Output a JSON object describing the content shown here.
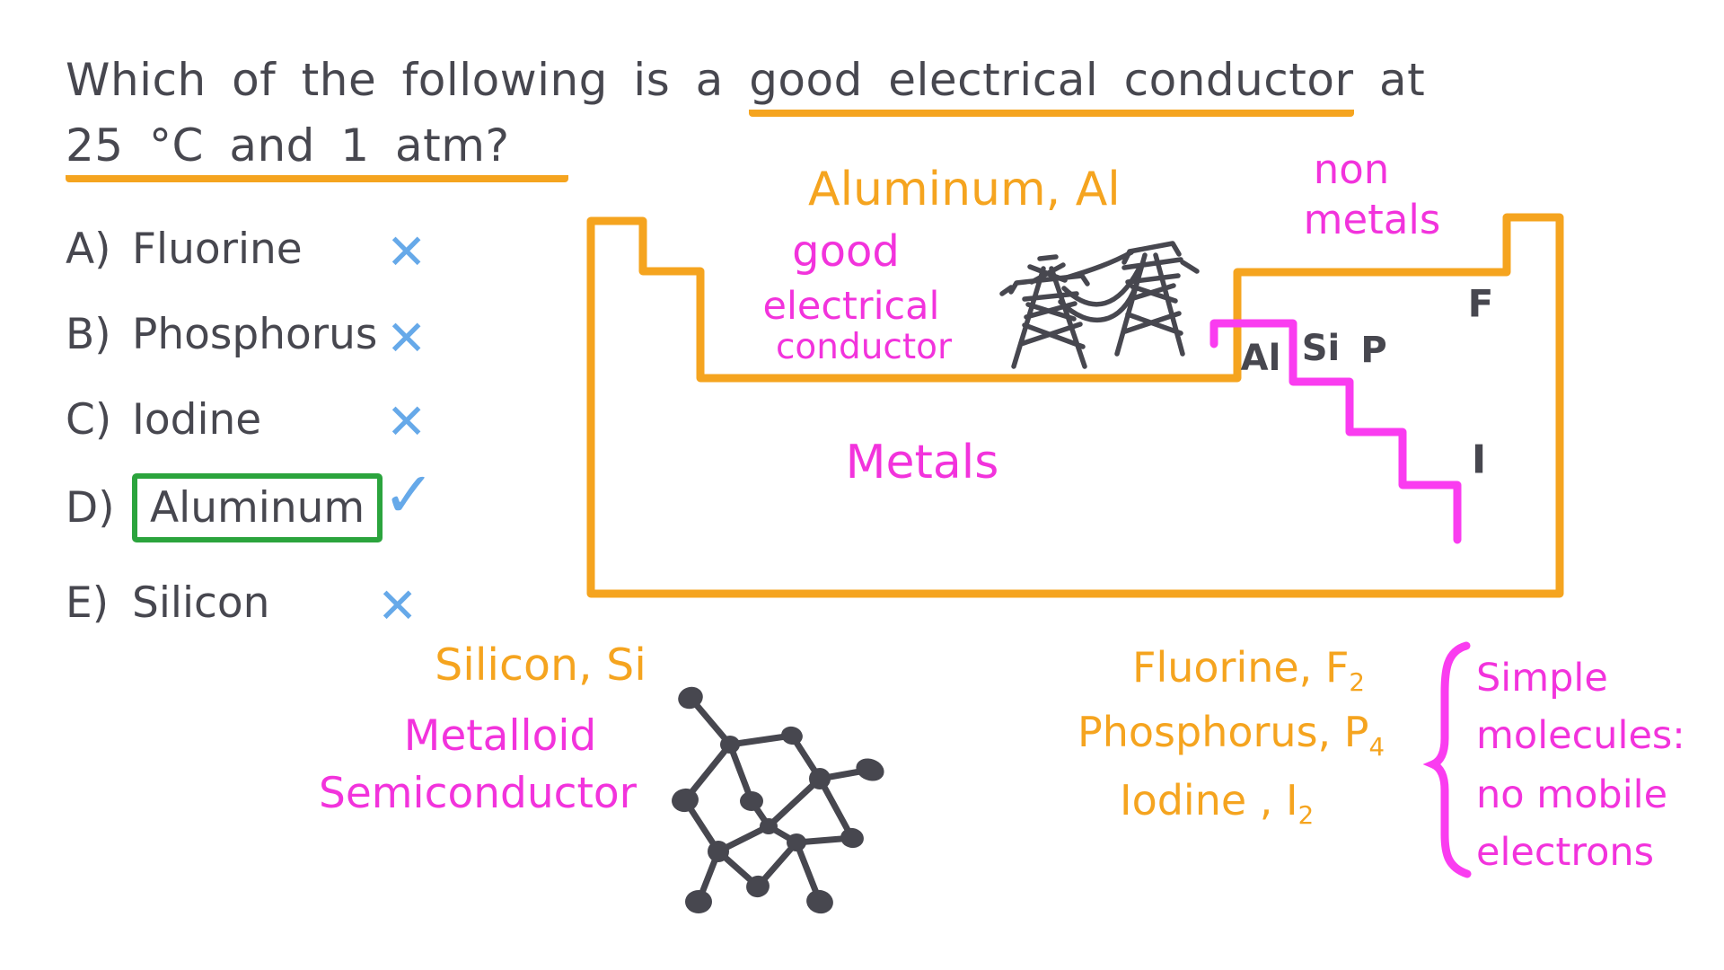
{
  "colors": {
    "orange": "#F5A41F",
    "magenta_text": "#F233DC",
    "staircase_pink": "#FA3CF0",
    "ink": "#47474F",
    "mark_blue": "#66A9E9",
    "correct_green": "#2BA43D",
    "background": "#FFFFFF"
  },
  "question": {
    "prefix": "Which of the following is a",
    "underlined": "good electrical conductor",
    "suffix": "at",
    "line2": "25 °C and 1 atm?"
  },
  "options": [
    {
      "letter": "A)",
      "label": "Fluorine",
      "mark": "✕"
    },
    {
      "letter": "B)",
      "label": "Phosphorus",
      "mark": "✕"
    },
    {
      "letter": "C)",
      "label": "Iodine",
      "mark": "✕"
    },
    {
      "letter": "D)",
      "label": "Aluminum",
      "mark": "✓"
    },
    {
      "letter": "E)",
      "label": "Silicon",
      "mark": "✕"
    }
  ],
  "diagram": {
    "aluminum_label": "Aluminum, Al",
    "conductor_note": {
      "line1": "good",
      "line2": "electrical",
      "line3": "conductor"
    },
    "nonmetals": {
      "line1": "non",
      "line2": "metals"
    },
    "metals_label": "Metals",
    "elements": {
      "al": "Al",
      "si": "Si",
      "p": "P",
      "f": "F",
      "i": "I"
    }
  },
  "silicon_note": {
    "title": "Silicon, Si",
    "line1": "Metalloid",
    "line2": "Semiconductor"
  },
  "molecules_note": {
    "items": [
      {
        "name": "Fluorine,",
        "symbol": "F",
        "subscript": "2"
      },
      {
        "name": "Phosphorus,",
        "symbol": "P",
        "subscript": "4"
      },
      {
        "name": "Iodine ,",
        "symbol": "I",
        "subscript": "2"
      }
    ],
    "annotation": {
      "line1": "Simple",
      "line2": "molecules:",
      "line3": "no mobile",
      "line4": "electrons"
    }
  }
}
